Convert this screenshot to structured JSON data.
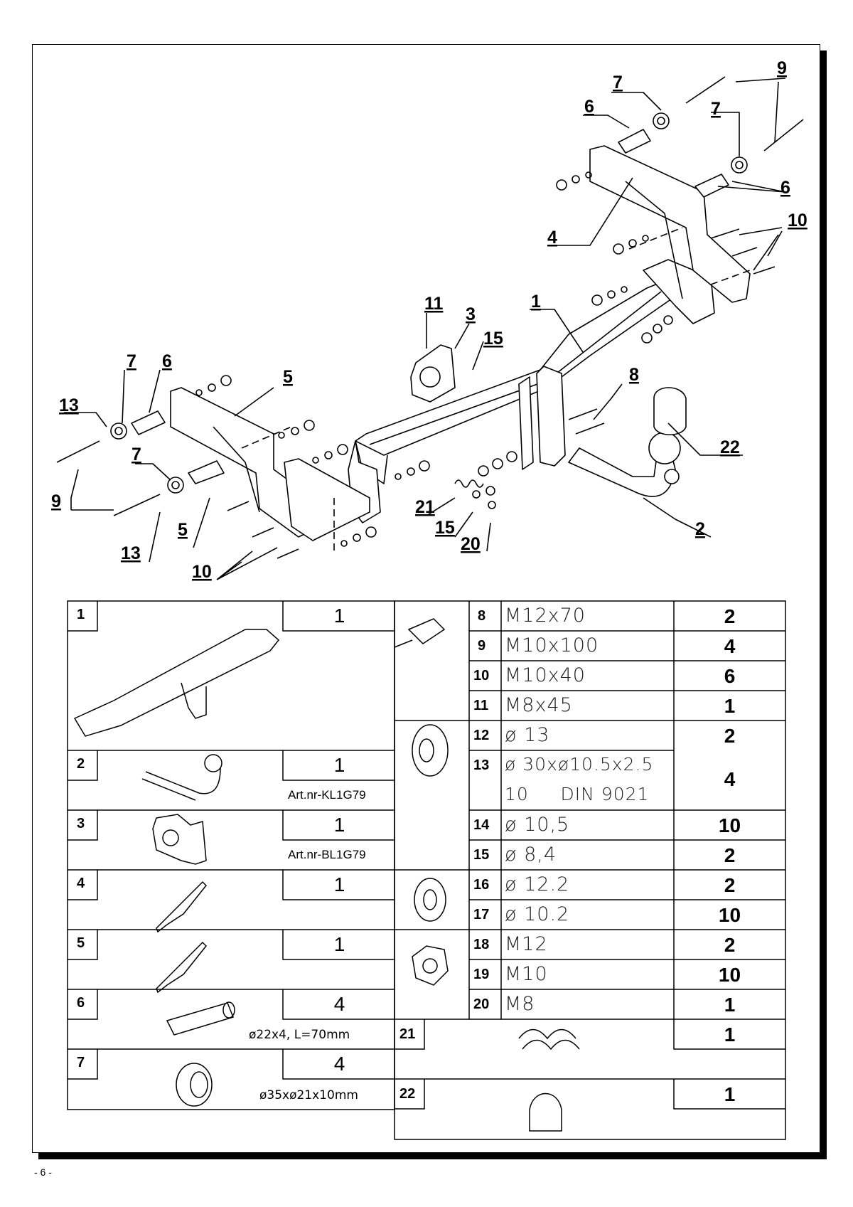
{
  "callouts": [
    {
      "key": "c9a",
      "text": "9"
    },
    {
      "key": "c7a",
      "text": "7"
    },
    {
      "key": "c6a",
      "text": "6"
    },
    {
      "key": "c7b",
      "text": "7"
    },
    {
      "key": "c6b",
      "text": "6"
    },
    {
      "key": "c10a",
      "text": "10"
    },
    {
      "key": "c4",
      "text": "4"
    },
    {
      "key": "c1",
      "text": "1"
    },
    {
      "key": "c11",
      "text": "11"
    },
    {
      "key": "c3",
      "text": "3"
    },
    {
      "key": "c15a",
      "text": "15"
    },
    {
      "key": "c7c",
      "text": "7"
    },
    {
      "key": "c6c",
      "text": "6"
    },
    {
      "key": "c5a",
      "text": "5"
    },
    {
      "key": "c13a",
      "text": "13"
    },
    {
      "key": "c8",
      "text": "8"
    },
    {
      "key": "c22",
      "text": "22"
    },
    {
      "key": "c7d",
      "text": "7"
    },
    {
      "key": "c9b",
      "text": "9"
    },
    {
      "key": "c21",
      "text": "21"
    },
    {
      "key": "c15b",
      "text": "15"
    },
    {
      "key": "c20",
      "text": "20"
    },
    {
      "key": "c5b",
      "text": "5"
    },
    {
      "key": "c13b",
      "text": "13"
    },
    {
      "key": "c2",
      "text": "2"
    },
    {
      "key": "c10b",
      "text": "10"
    }
  ],
  "left_parts": [
    {
      "no": "1",
      "qty": "1",
      "note": ""
    },
    {
      "no": "2",
      "qty": "1",
      "note": "Art.nr-KL1G79"
    },
    {
      "no": "3",
      "qty": "1",
      "note": "Art.nr-BL1G79"
    },
    {
      "no": "4",
      "qty": "1",
      "note": ""
    },
    {
      "no": "5",
      "qty": "1",
      "note": ""
    },
    {
      "no": "6",
      "qty": "4",
      "note": "ø22x4, L=70mm"
    },
    {
      "no": "7",
      "qty": "4",
      "note": "ø35xø21x10mm"
    }
  ],
  "hardware": [
    {
      "no": "8",
      "spec": "M12x70",
      "qty": "2"
    },
    {
      "no": "9",
      "spec": "M10x100",
      "qty": "4"
    },
    {
      "no": "10",
      "spec": "M10x40",
      "qty": "6"
    },
    {
      "no": "11",
      "spec": "M8x45",
      "qty": "1"
    },
    {
      "no": "12",
      "spec": "ø 13",
      "qty": "2"
    },
    {
      "no": "13",
      "spec": "ø 30xø10.5x2.5",
      "spec2": "10     DIN 9021",
      "qty": "4"
    },
    {
      "no": "14",
      "spec": "ø 10,5",
      "qty": "10"
    },
    {
      "no": "15",
      "spec": "ø 8,4",
      "qty": "2"
    },
    {
      "no": "16",
      "spec": "ø 12.2",
      "qty": "2"
    },
    {
      "no": "17",
      "spec": "ø 10.2",
      "qty": "10"
    },
    {
      "no": "18",
      "spec": "M12",
      "qty": "2"
    },
    {
      "no": "19",
      "spec": "M10",
      "qty": "10"
    },
    {
      "no": "20",
      "spec": "M8",
      "qty": "1"
    }
  ],
  "bottom_parts": [
    {
      "no": "21",
      "qty": "1"
    },
    {
      "no": "22",
      "qty": "1"
    }
  ],
  "page_number": "- 6 -"
}
